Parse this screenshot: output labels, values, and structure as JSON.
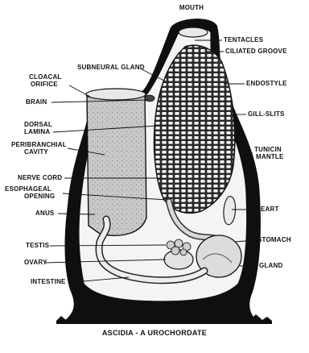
{
  "caption": "ASCIDIA - A UROCHORDATE",
  "labels": {
    "mouth": "MOUTH",
    "tentacles": "TENTACLES",
    "ciliated_groove": "CILIATED GROOVE",
    "subneural_gland": "SUBNEURAL GLAND",
    "endostyle": "ENDOSTYLE",
    "cloacal_orifice_1": "CLOACAL",
    "cloacal_orifice_2": "ORIFICE",
    "brain": "BRAIN",
    "gill_slits": "GILL-SLITS",
    "dorsal_lamina_1": "DORSAL",
    "dorsal_lamina_2": "LAMINA",
    "tunicin_mantle_1": "TUNICIN",
    "tunicin_mantle_2": "MANTLE",
    "peribranchial_cavity_1": "PERIBRANCHIAL",
    "peribranchial_cavity_2": "CAVITY",
    "nerve_cord": "NERVE CORD",
    "esophageal_opening_1": "ESOPHAGEAL",
    "esophageal_opening_2": "OPENING",
    "heart": "HEART",
    "anus": "ANUS",
    "stomach": "STOMACH",
    "testis": "TESTIS",
    "ovary": "OVARY",
    "gland": "GLAND",
    "intestine": "INTESTINE"
  },
  "colors": {
    "ink": "#111111",
    "paper": "#ffffff",
    "body_fill": "#f2f2f2",
    "shade": "#9a9a9a"
  }
}
